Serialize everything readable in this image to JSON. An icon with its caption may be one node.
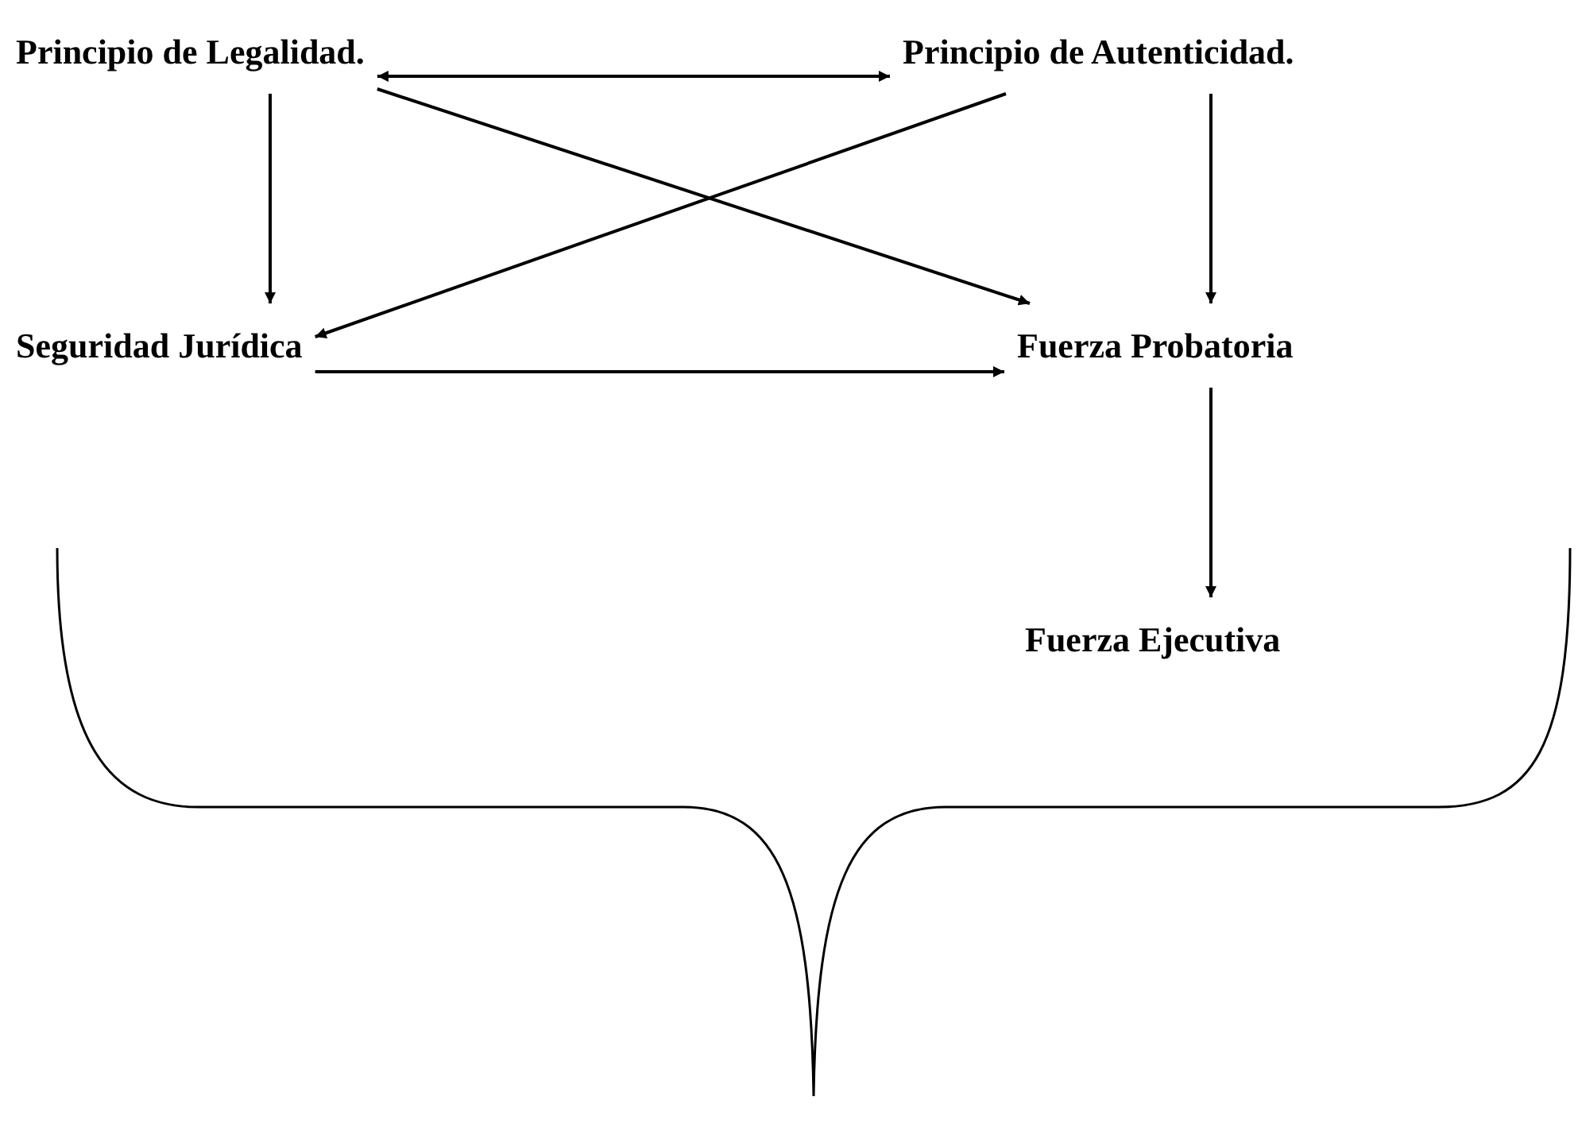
{
  "diagram": {
    "nodes": [
      {
        "text": [
          "Principio de Legalidad."
        ]
      },
      {
        "text": [
          "Principio de Autenticidad."
        ]
      },
      {
        "text": [
          "Seguridad Jurídica"
        ]
      },
      {
        "text": [
          "Fuerza Probatoria"
        ]
      },
      {
        "text": [
          "Fuerza Ejecutiva"
        ]
      }
    ],
    "edges": [
      {
        "from": 0,
        "to": 2,
        "arrow": "to"
      },
      {
        "from": 0,
        "to": 1,
        "arrow": "both"
      },
      {
        "from": 0,
        "to": 3,
        "arrow": "to"
      },
      {
        "from": 1,
        "to": 2,
        "arrow": "to"
      },
      {
        "from": 1,
        "to": 3,
        "arrow": "to"
      },
      {
        "from": 2,
        "to": 3,
        "arrow": "to"
      },
      {
        "from": 3,
        "to": 4,
        "arrow": "to"
      }
    ]
  }
}
